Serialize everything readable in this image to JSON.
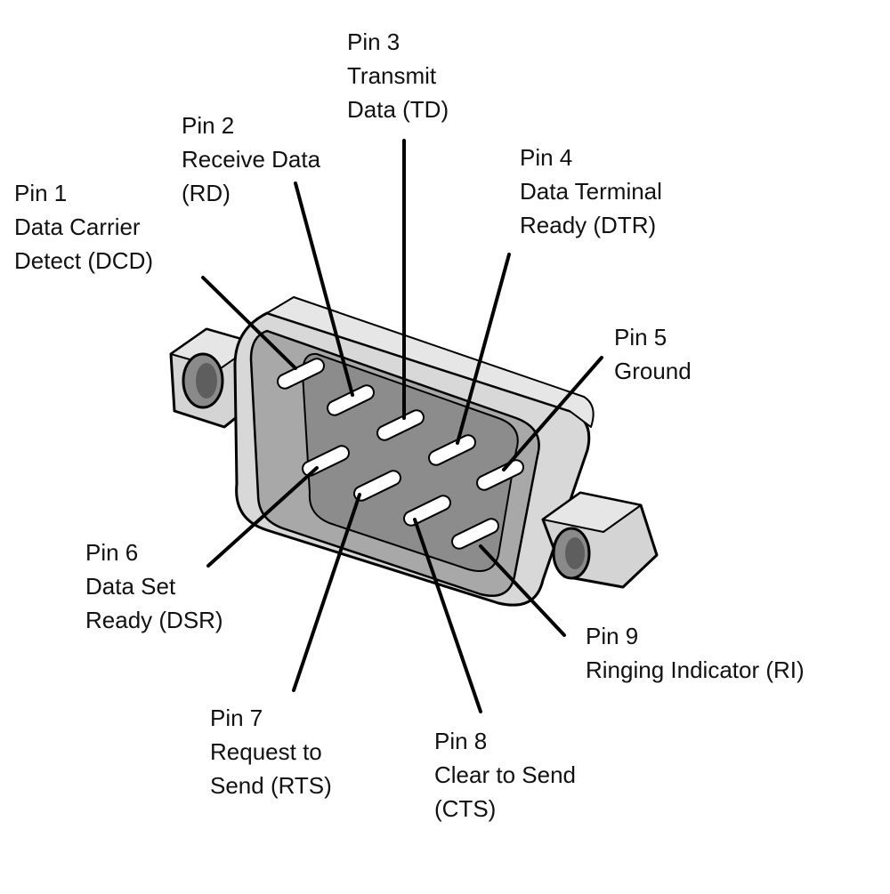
{
  "colors": {
    "background": "#ffffff",
    "outline": "#000000",
    "shell_fill": "#d8d8d8",
    "shell_top": "#e6e6e6",
    "face_fill": "#a8a8a8",
    "insert_fill": "#8c8c8c",
    "pin_fill": "#ffffff",
    "nut_fill": "#d4d4d4",
    "text": "#111111"
  },
  "pins": [
    {
      "number_label": "Pin 1",
      "desc_lines": [
        "Data Carrier",
        "Detect (DCD)"
      ]
    },
    {
      "number_label": "Pin 2",
      "desc_lines": [
        "Receive Data",
        "(RD)"
      ]
    },
    {
      "number_label": "Pin 3",
      "desc_lines": [
        "Transmit",
        "Data (TD)"
      ]
    },
    {
      "number_label": "Pin 4",
      "desc_lines": [
        "Data Terminal",
        "Ready (DTR)"
      ]
    },
    {
      "number_label": "Pin 5",
      "desc_lines": [
        "Ground"
      ]
    },
    {
      "number_label": "Pin 6",
      "desc_lines": [
        "Data Set",
        "Ready (DSR)"
      ]
    },
    {
      "number_label": "Pin 7",
      "desc_lines": [
        "Request to",
        "Send (RTS)"
      ]
    },
    {
      "number_label": "Pin 8",
      "desc_lines": [
        "Clear to Send",
        "(CTS)"
      ]
    },
    {
      "number_label": "Pin 9",
      "desc_lines": [
        "Ringing Indicator (RI)"
      ]
    }
  ]
}
